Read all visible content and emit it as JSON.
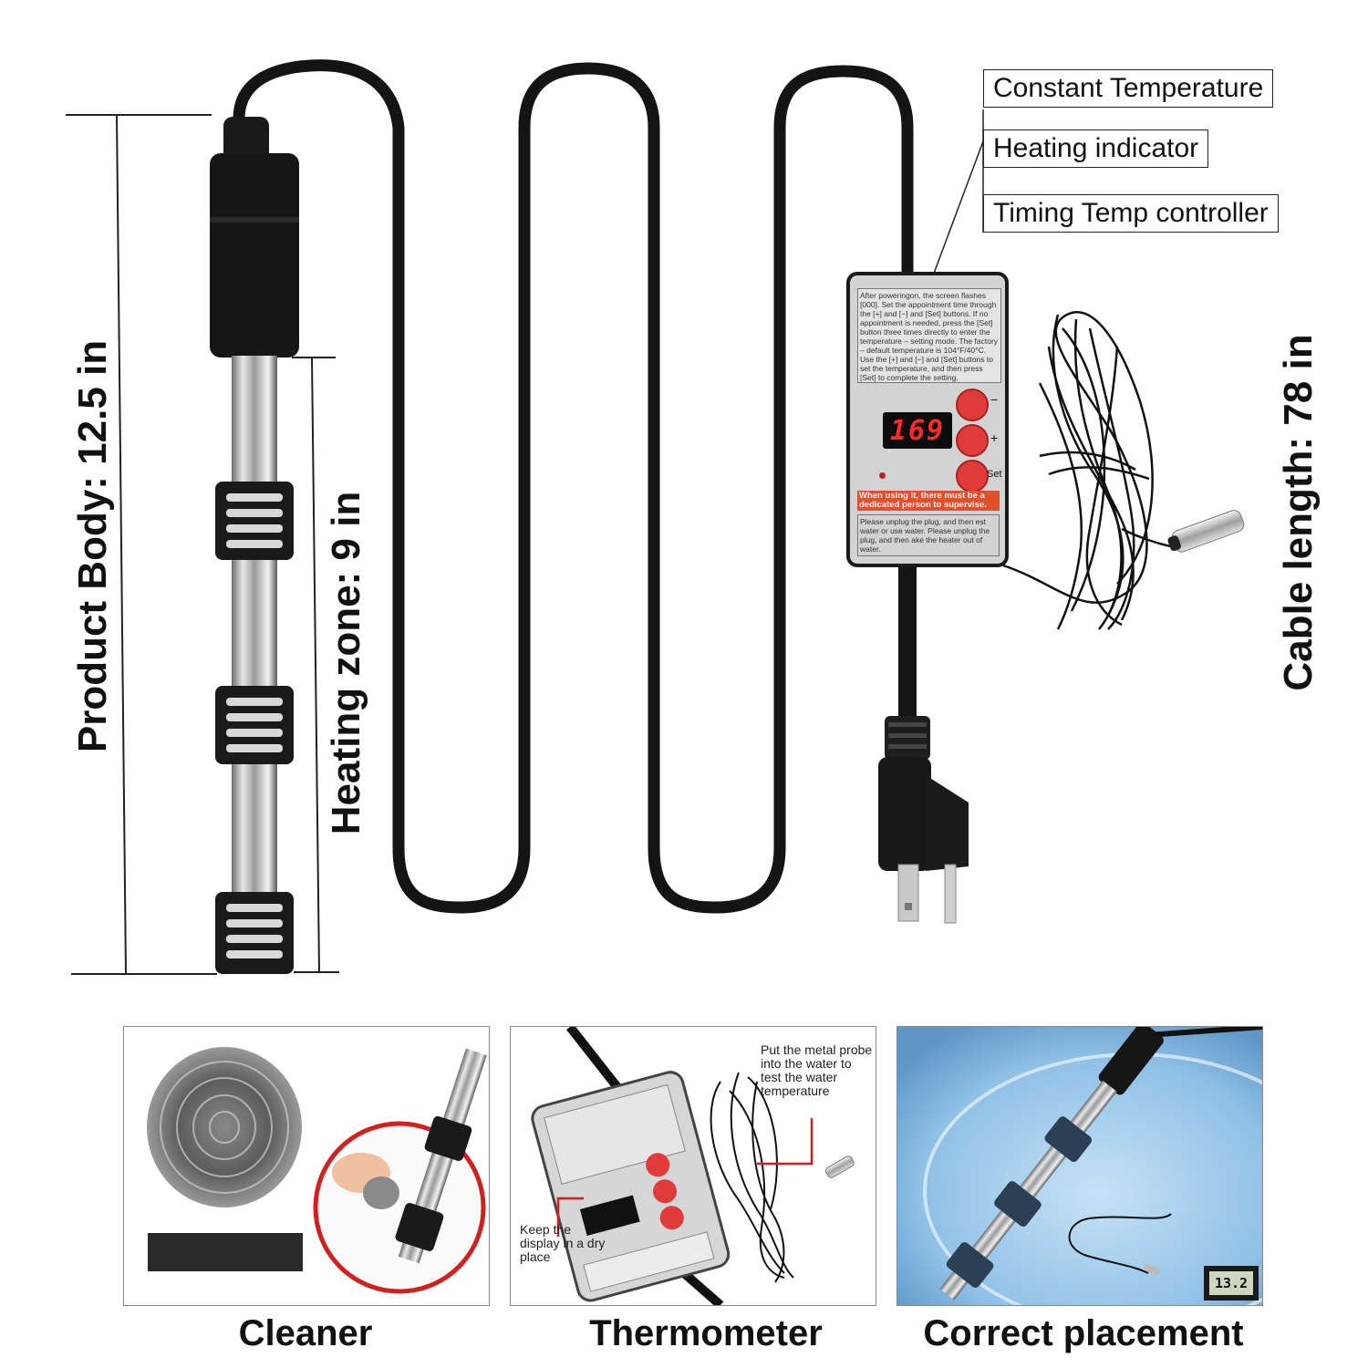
{
  "dimensions": {
    "product_body": "Product Body: 12.5 in",
    "heating_zone": "Heating zone: 9 in",
    "cable_length": "Cable length: 78 in"
  },
  "callouts": {
    "constant_temperature": "Constant Temperature",
    "heating_indicator": "Heating indicator",
    "timing_temp_controller": "Timing Temp controller"
  },
  "controller": {
    "instructions": "After poweringon, the screen flashes [000]. Set the appointment time through the [+] and [−] and [Set] buttons. If no appointment is needed, press the [Set] button three times directly to enter the temperature – setting mode. The factory – default temperature is 104°F/40°C. Use the [+] and [−] and [Set] buttons to set the temperature, and then press [Set] to complete the setting.",
    "display": "169",
    "minus_label": "−",
    "plus_label": "+",
    "set_label": "Set",
    "warning": "When using it, there must be a dedicated person to supervise.",
    "note": "Please unplug the plug, and then est water or use water. Please unplug the plug, and then ake the heater out of water.",
    "button_color": "#e03a3a",
    "display_color": "#ff2020"
  },
  "panels": {
    "cleaner": {
      "caption": "Cleaner"
    },
    "thermometer": {
      "caption": "Thermometer",
      "probe_note": "Put the metal probe into the water to test the water temperature",
      "display_note": "Keep the display in a dry place"
    },
    "placement": {
      "caption": "Correct placement",
      "thermo_display": "13.2"
    }
  }
}
